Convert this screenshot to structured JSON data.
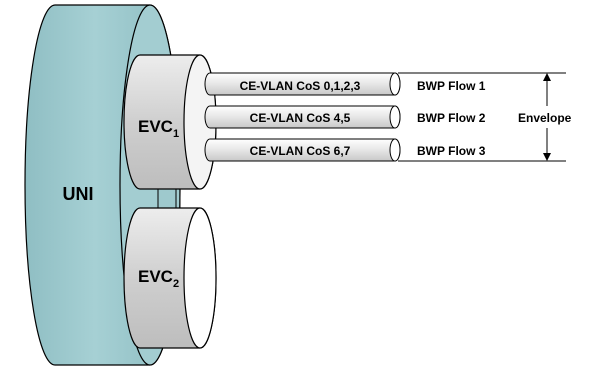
{
  "uni": {
    "label": "UNI"
  },
  "evcs": [
    {
      "prefix": "EVC",
      "sub": "1"
    },
    {
      "prefix": "EVC",
      "sub": "2"
    }
  ],
  "cos_pipes": [
    {
      "label": "CE-VLAN CoS 0,1,2,3",
      "flow": "BWP Flow 1"
    },
    {
      "label": "CE-VLAN CoS 4,5",
      "flow": "BWP Flow 2"
    },
    {
      "label": "CE-VLAN CoS 6,7",
      "flow": "BWP Flow 3"
    }
  ],
  "envelope": {
    "label": "Envelope"
  },
  "colors": {
    "uni_fill": "#9ec9cd",
    "uni_stroke": "#000000",
    "evc_fill": "#d8d8d8",
    "pipe_fill": "#e8e8e8",
    "line": "#000000"
  }
}
